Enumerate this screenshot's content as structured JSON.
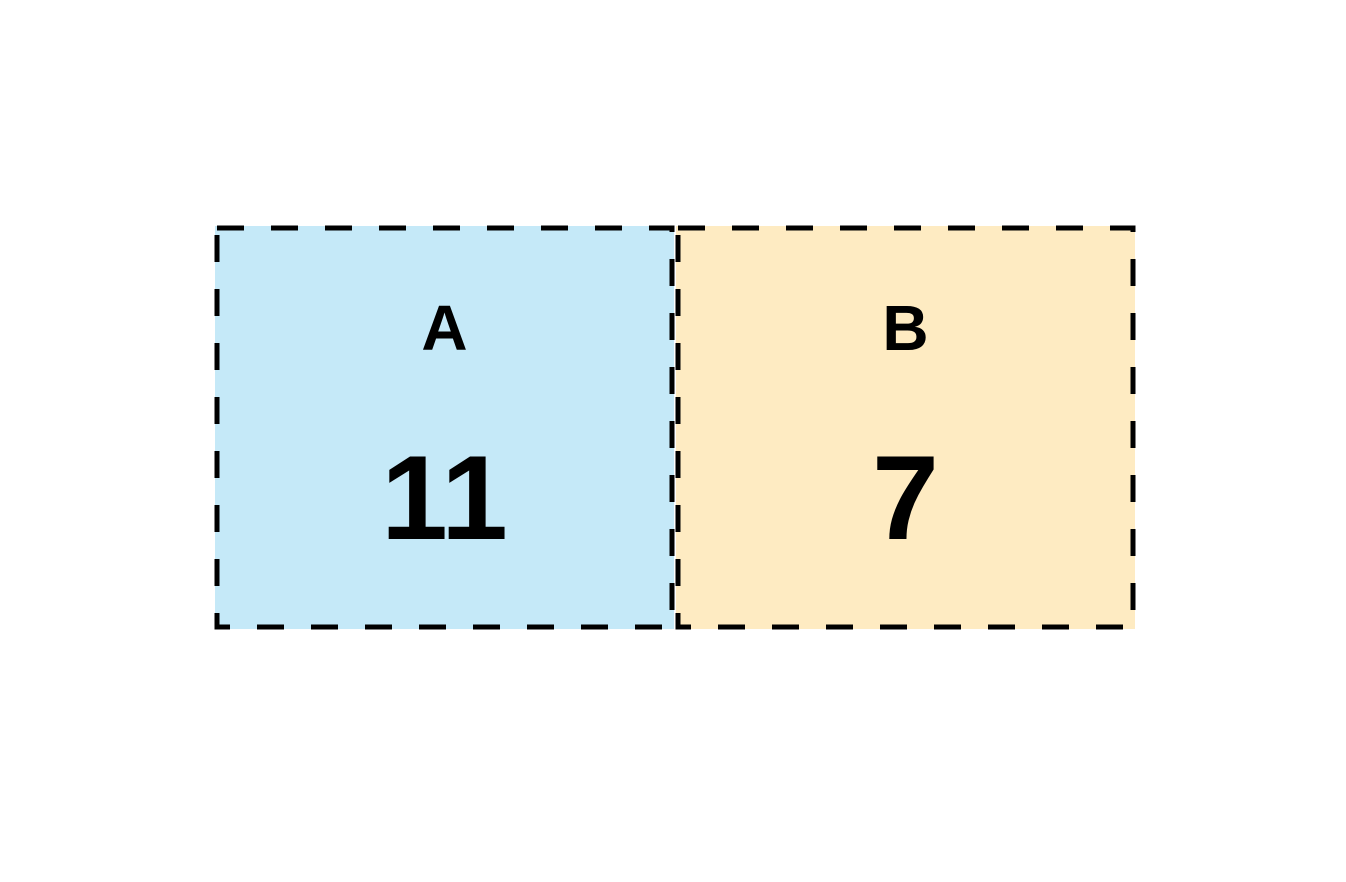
{
  "diagram": {
    "boxes": [
      {
        "label": "A",
        "value": "11",
        "fill": "#c5e9f8"
      },
      {
        "label": "B",
        "value": "7",
        "fill": "#feebc2"
      }
    ],
    "border": {
      "style": "dashed",
      "color": "#000000"
    }
  },
  "chart_data": {
    "type": "table",
    "categories": [
      "A",
      "B"
    ],
    "values": [
      11,
      7
    ],
    "title": "",
    "xlabel": "",
    "ylabel": ""
  }
}
